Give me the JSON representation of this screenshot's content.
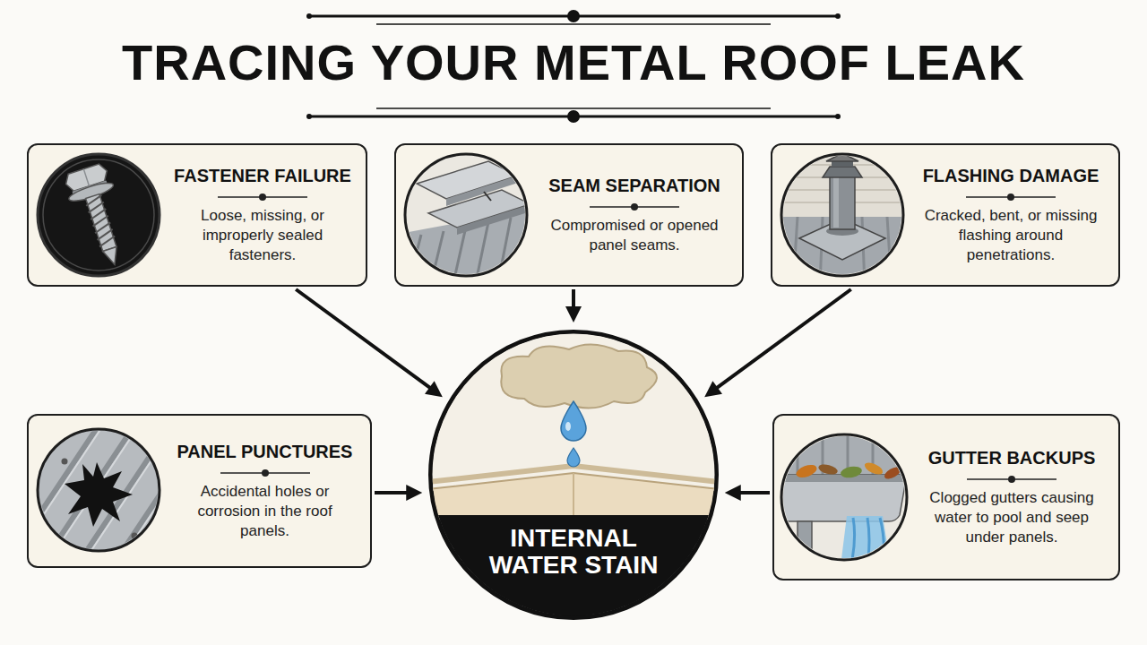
{
  "diagram": {
    "title": "TRACING YOUR METAL ROOF LEAK",
    "nodes": [
      {
        "text": [
          "FASTENER FAILURE",
          "Loose, missing, or improperly sealed fasteners."
        ]
      },
      {
        "text": [
          "SEAM SEPARATION",
          "Compromised or opened panel seams."
        ]
      },
      {
        "text": [
          "FLASHING DAMAGE",
          "Cracked, bent, or missing flashing around penetrations."
        ]
      },
      {
        "text": [
          "PANEL PUNCTURES",
          "Accidental holes or corrosion in the roof panels."
        ]
      },
      {
        "text": [
          "INTERNAL WATER STAIN"
        ]
      },
      {
        "text": [
          "GUTTER BACKUPS",
          "Clogged gutters causing water to pool and seep under panels."
        ]
      }
    ],
    "edges": [
      {
        "from": 0,
        "to": 4,
        "arrow": "to"
      },
      {
        "from": 1,
        "to": 4,
        "arrow": "to"
      },
      {
        "from": 2,
        "to": 4,
        "arrow": "to"
      },
      {
        "from": 3,
        "to": 4,
        "arrow": "to"
      },
      {
        "from": 5,
        "to": 4,
        "arrow": "to"
      }
    ]
  }
}
